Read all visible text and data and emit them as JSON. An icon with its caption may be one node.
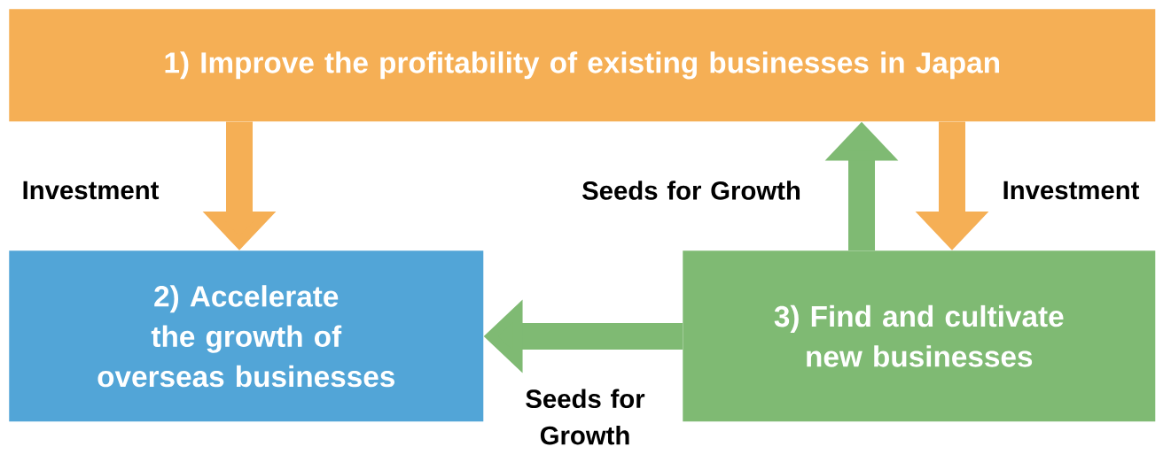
{
  "diagram": {
    "nodes": [
      {
        "text": [
          "1) Improve the profitability of existing businesses in Japan"
        ]
      },
      {
        "text": [
          "2) Accelerate the growth of overseas businesses"
        ]
      },
      {
        "text": [
          "3) Find and cultivate new businesses"
        ]
      }
    ],
    "edges": [
      {
        "from": 0,
        "to": 1,
        "arrow": "to",
        "label": "Investment",
        "color": "#f5af55"
      },
      {
        "from": 2,
        "to": 0,
        "arrow": "to",
        "label": "Seeds for Growth",
        "color": "#7fba73"
      },
      {
        "from": 0,
        "to": 2,
        "arrow": "to",
        "label": "Investment",
        "color": "#f5af55"
      },
      {
        "from": 2,
        "to": 1,
        "arrow": "to",
        "label": "Seeds for Growth",
        "color": "#7fba73"
      }
    ]
  }
}
